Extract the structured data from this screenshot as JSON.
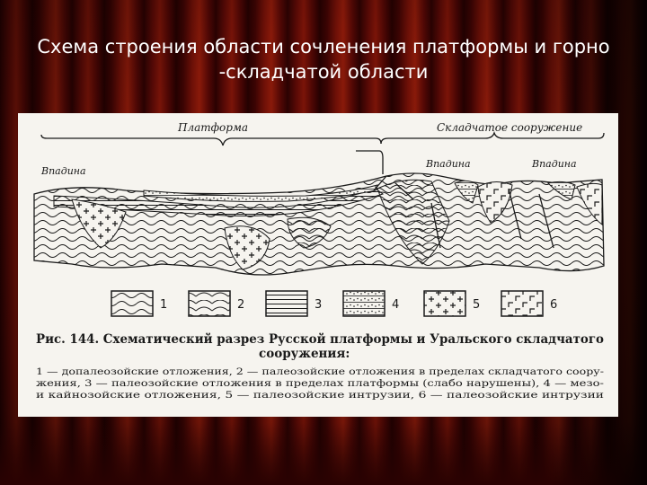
{
  "slide": {
    "title_line1": "Схема строения области сочленения платформы и горно",
    "title_line2": "-складчатой области"
  },
  "figure": {
    "label_platform": "Платформа",
    "label_folded": "Складчатое сооружение",
    "label_basin_left": "Впадина",
    "label_basin_mid": "Впадина",
    "label_basin_right": "Впадина",
    "legend": [
      "1",
      "2",
      "3",
      "4",
      "5",
      "6"
    ],
    "caption_line1": "Рис. 144. Схематический разрез Русской платформы и Уральского складчатого",
    "caption_line2": "сооружения:",
    "note_line1": "1 — допалеозойские отложения, 2 — палеозойские отложения в пределах складчатого соору-",
    "note_line2": "жения, 3 — палеозойские отложения в пределах платформы (слабо нарушены), 4 — мезо-",
    "note_line3": "и кайнозойские отложения, 5 — палеозойские интрузии, 6 — палеозойские интрузии"
  },
  "colors": {
    "title_text": "#ffffff",
    "curtain": "#7a1408",
    "figure_bg": "#f6f4ef",
    "ink": "#1a1a1a"
  }
}
